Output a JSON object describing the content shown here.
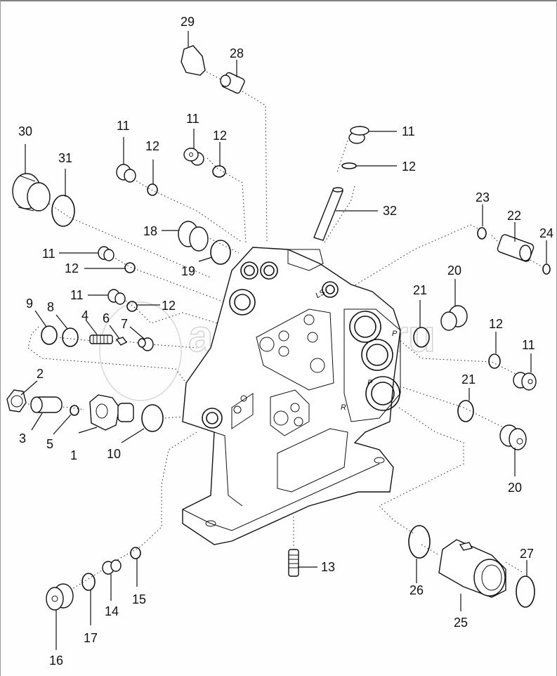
{
  "diagram": {
    "type": "exploded-parts-view",
    "watermark": "autopiter.ru",
    "port_markings": [
      "LS",
      "P",
      "R",
      "P"
    ],
    "callouts": [
      {
        "id": "c29",
        "label": "29"
      },
      {
        "id": "c28",
        "label": "28"
      },
      {
        "id": "c30",
        "label": "30"
      },
      {
        "id": "c31",
        "label": "31"
      },
      {
        "id": "c11a",
        "label": "11"
      },
      {
        "id": "c12a",
        "label": "12"
      },
      {
        "id": "c11b",
        "label": "11"
      },
      {
        "id": "c12b",
        "label": "12"
      },
      {
        "id": "c11c",
        "label": "11"
      },
      {
        "id": "c12c",
        "label": "12"
      },
      {
        "id": "c32",
        "label": "32"
      },
      {
        "id": "c18",
        "label": "18"
      },
      {
        "id": "c19",
        "label": "19"
      },
      {
        "id": "c11d",
        "label": "11"
      },
      {
        "id": "c12d",
        "label": "12"
      },
      {
        "id": "c11e",
        "label": "11"
      },
      {
        "id": "c12e",
        "label": "12"
      },
      {
        "id": "c9",
        "label": "9"
      },
      {
        "id": "c8",
        "label": "8"
      },
      {
        "id": "c4",
        "label": "4"
      },
      {
        "id": "c6",
        "label": "6"
      },
      {
        "id": "c7",
        "label": "7"
      },
      {
        "id": "c2",
        "label": "2"
      },
      {
        "id": "c3",
        "label": "3"
      },
      {
        "id": "c5",
        "label": "5"
      },
      {
        "id": "c1",
        "label": "1"
      },
      {
        "id": "c10",
        "label": "10"
      },
      {
        "id": "c23",
        "label": "23"
      },
      {
        "id": "c22",
        "label": "22"
      },
      {
        "id": "c24",
        "label": "24"
      },
      {
        "id": "c20a",
        "label": "20"
      },
      {
        "id": "c21a",
        "label": "21"
      },
      {
        "id": "c12f",
        "label": "12"
      },
      {
        "id": "c11f",
        "label": "11"
      },
      {
        "id": "c21b",
        "label": "21"
      },
      {
        "id": "c20b",
        "label": "20"
      },
      {
        "id": "c13",
        "label": "13"
      },
      {
        "id": "c15",
        "label": "15"
      },
      {
        "id": "c14",
        "label": "14"
      },
      {
        "id": "c17",
        "label": "17"
      },
      {
        "id": "c16",
        "label": "16"
      },
      {
        "id": "c26",
        "label": "26"
      },
      {
        "id": "c27",
        "label": "27"
      },
      {
        "id": "c25",
        "label": "25"
      }
    ]
  }
}
